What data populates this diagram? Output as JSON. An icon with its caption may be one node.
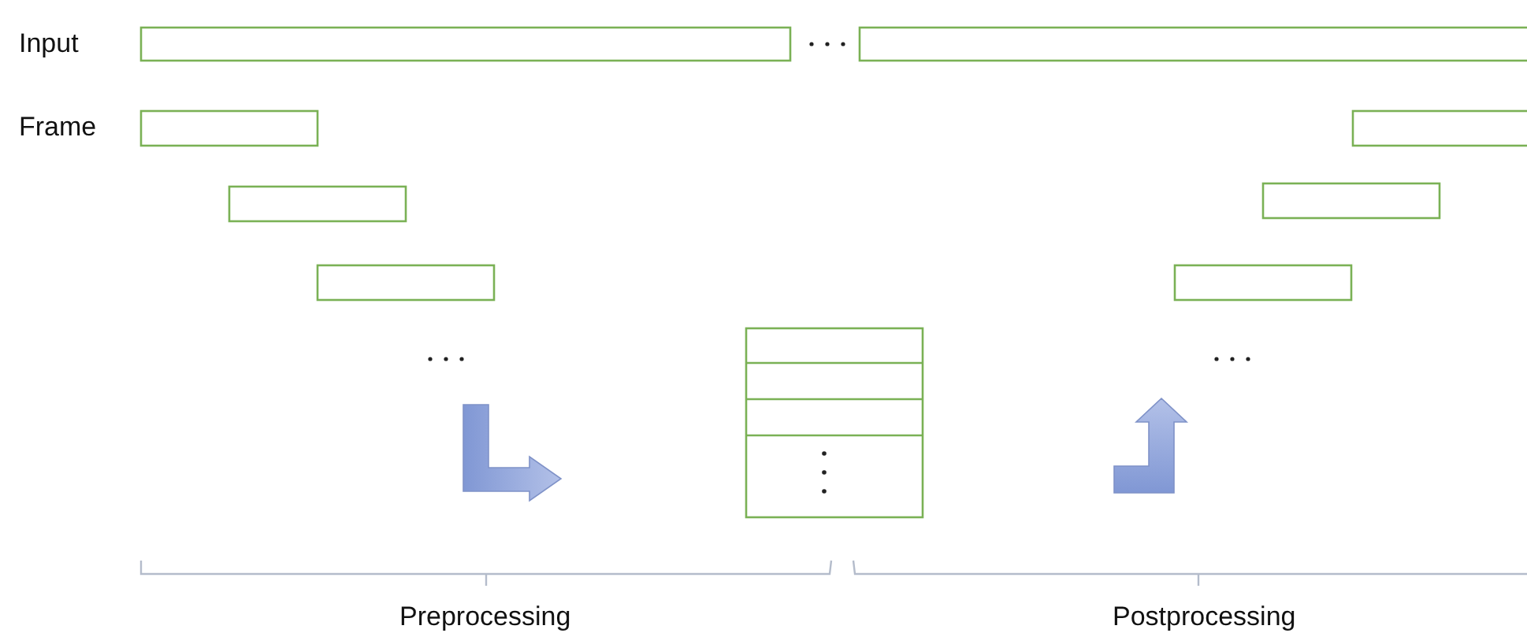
{
  "diagram": {
    "labels": [
      "Input",
      "Frame",
      "Preprocessing",
      "Postprocessing"
    ]
  }
}
